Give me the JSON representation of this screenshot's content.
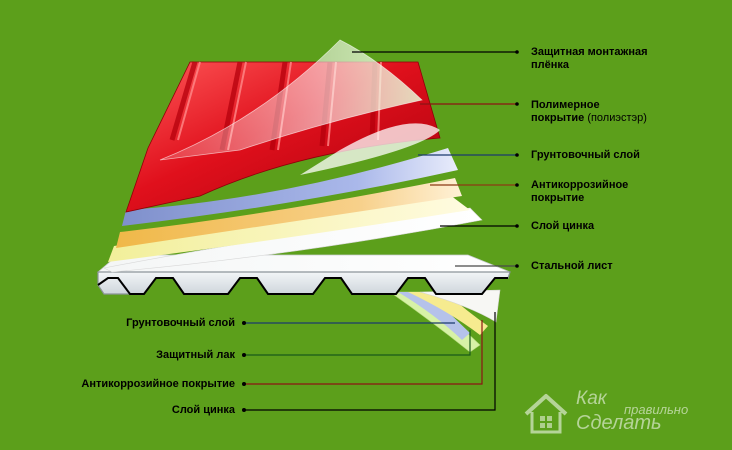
{
  "colors": {
    "background": "#5c9f1b",
    "red_sheet": "#e4101e",
    "film": "#dff3c8",
    "primer_blue": "#8e9fd8",
    "anticorrosion": "#f2bf5a",
    "zinc": "#f1ef9e",
    "steel": "#e9eef2"
  },
  "labels_right": [
    {
      "text": "Защитная монтажная",
      "text2": "плёнка",
      "line_color": "#000000"
    },
    {
      "text": "Полимерное",
      "text2": "покрытие",
      "note": "(полиэстэр)",
      "line_color": "#8b1414"
    },
    {
      "text": "Грунтовочный слой",
      "line_color": "#1b3a6e"
    },
    {
      "text": "Антикоррозийное",
      "text2": "покрытие",
      "line_color": "#8b3a14"
    },
    {
      "text": "Слой цинка",
      "line_color": "#000000"
    },
    {
      "text": "Стальной лист",
      "line_color": "#4a4a4a"
    }
  ],
  "labels_left": [
    {
      "text": "Грунтовочный слой",
      "line_color": "#1b3a6e"
    },
    {
      "text": "Защитный лак",
      "line_color": "#1a5a1a"
    },
    {
      "text": "Антикоррозийное покрытие",
      "line_color": "#8b1414"
    },
    {
      "text": "Слой цинка",
      "line_color": "#000000"
    }
  ],
  "watermark": {
    "line1": "Как",
    "line2": "правильно",
    "line3": "Сделать",
    "icon": "house-icon"
  }
}
